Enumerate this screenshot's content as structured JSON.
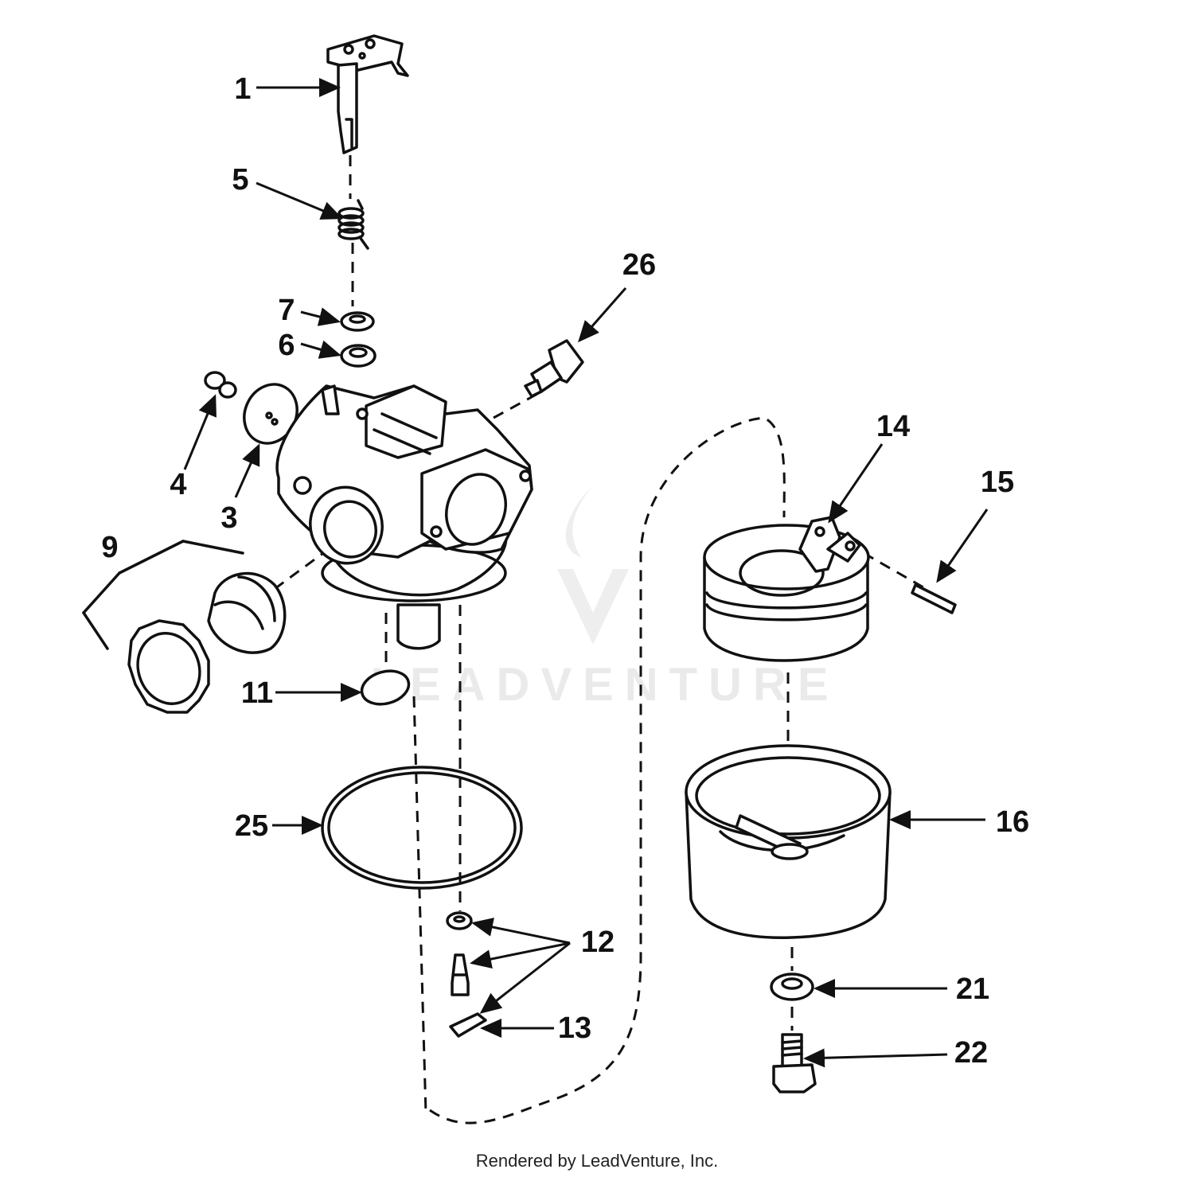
{
  "watermark": {
    "text": "LEADVENTURE"
  },
  "footer": {
    "text": "Rendered by LeadVenture, Inc."
  },
  "callouts": {
    "c1": "1",
    "c3": "3",
    "c4": "4",
    "c5": "5",
    "c6": "6",
    "c7": "7",
    "c9": "9",
    "c11": "11",
    "c12": "12",
    "c13": "13",
    "c14": "14",
    "c15": "15",
    "c16": "16",
    "c21": "21",
    "c22": "22",
    "c25": "25",
    "c26": "26"
  },
  "colors": {
    "ink": "#111111",
    "watermark": "#d9d9d9",
    "background": "#ffffff"
  }
}
